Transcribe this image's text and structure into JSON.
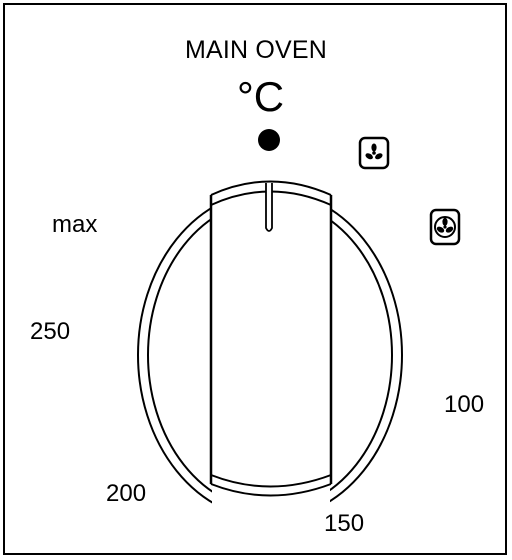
{
  "panel": {
    "title": "MAIN OVEN",
    "unit": "°C"
  },
  "dial": {
    "labels": {
      "max": "max",
      "t250": "250",
      "t200": "200",
      "t150": "150",
      "t100": "100"
    }
  },
  "icons": {
    "indicator": "dot-icon",
    "fan_small": "fan-icon",
    "fan_large": "fan-circle-icon"
  }
}
